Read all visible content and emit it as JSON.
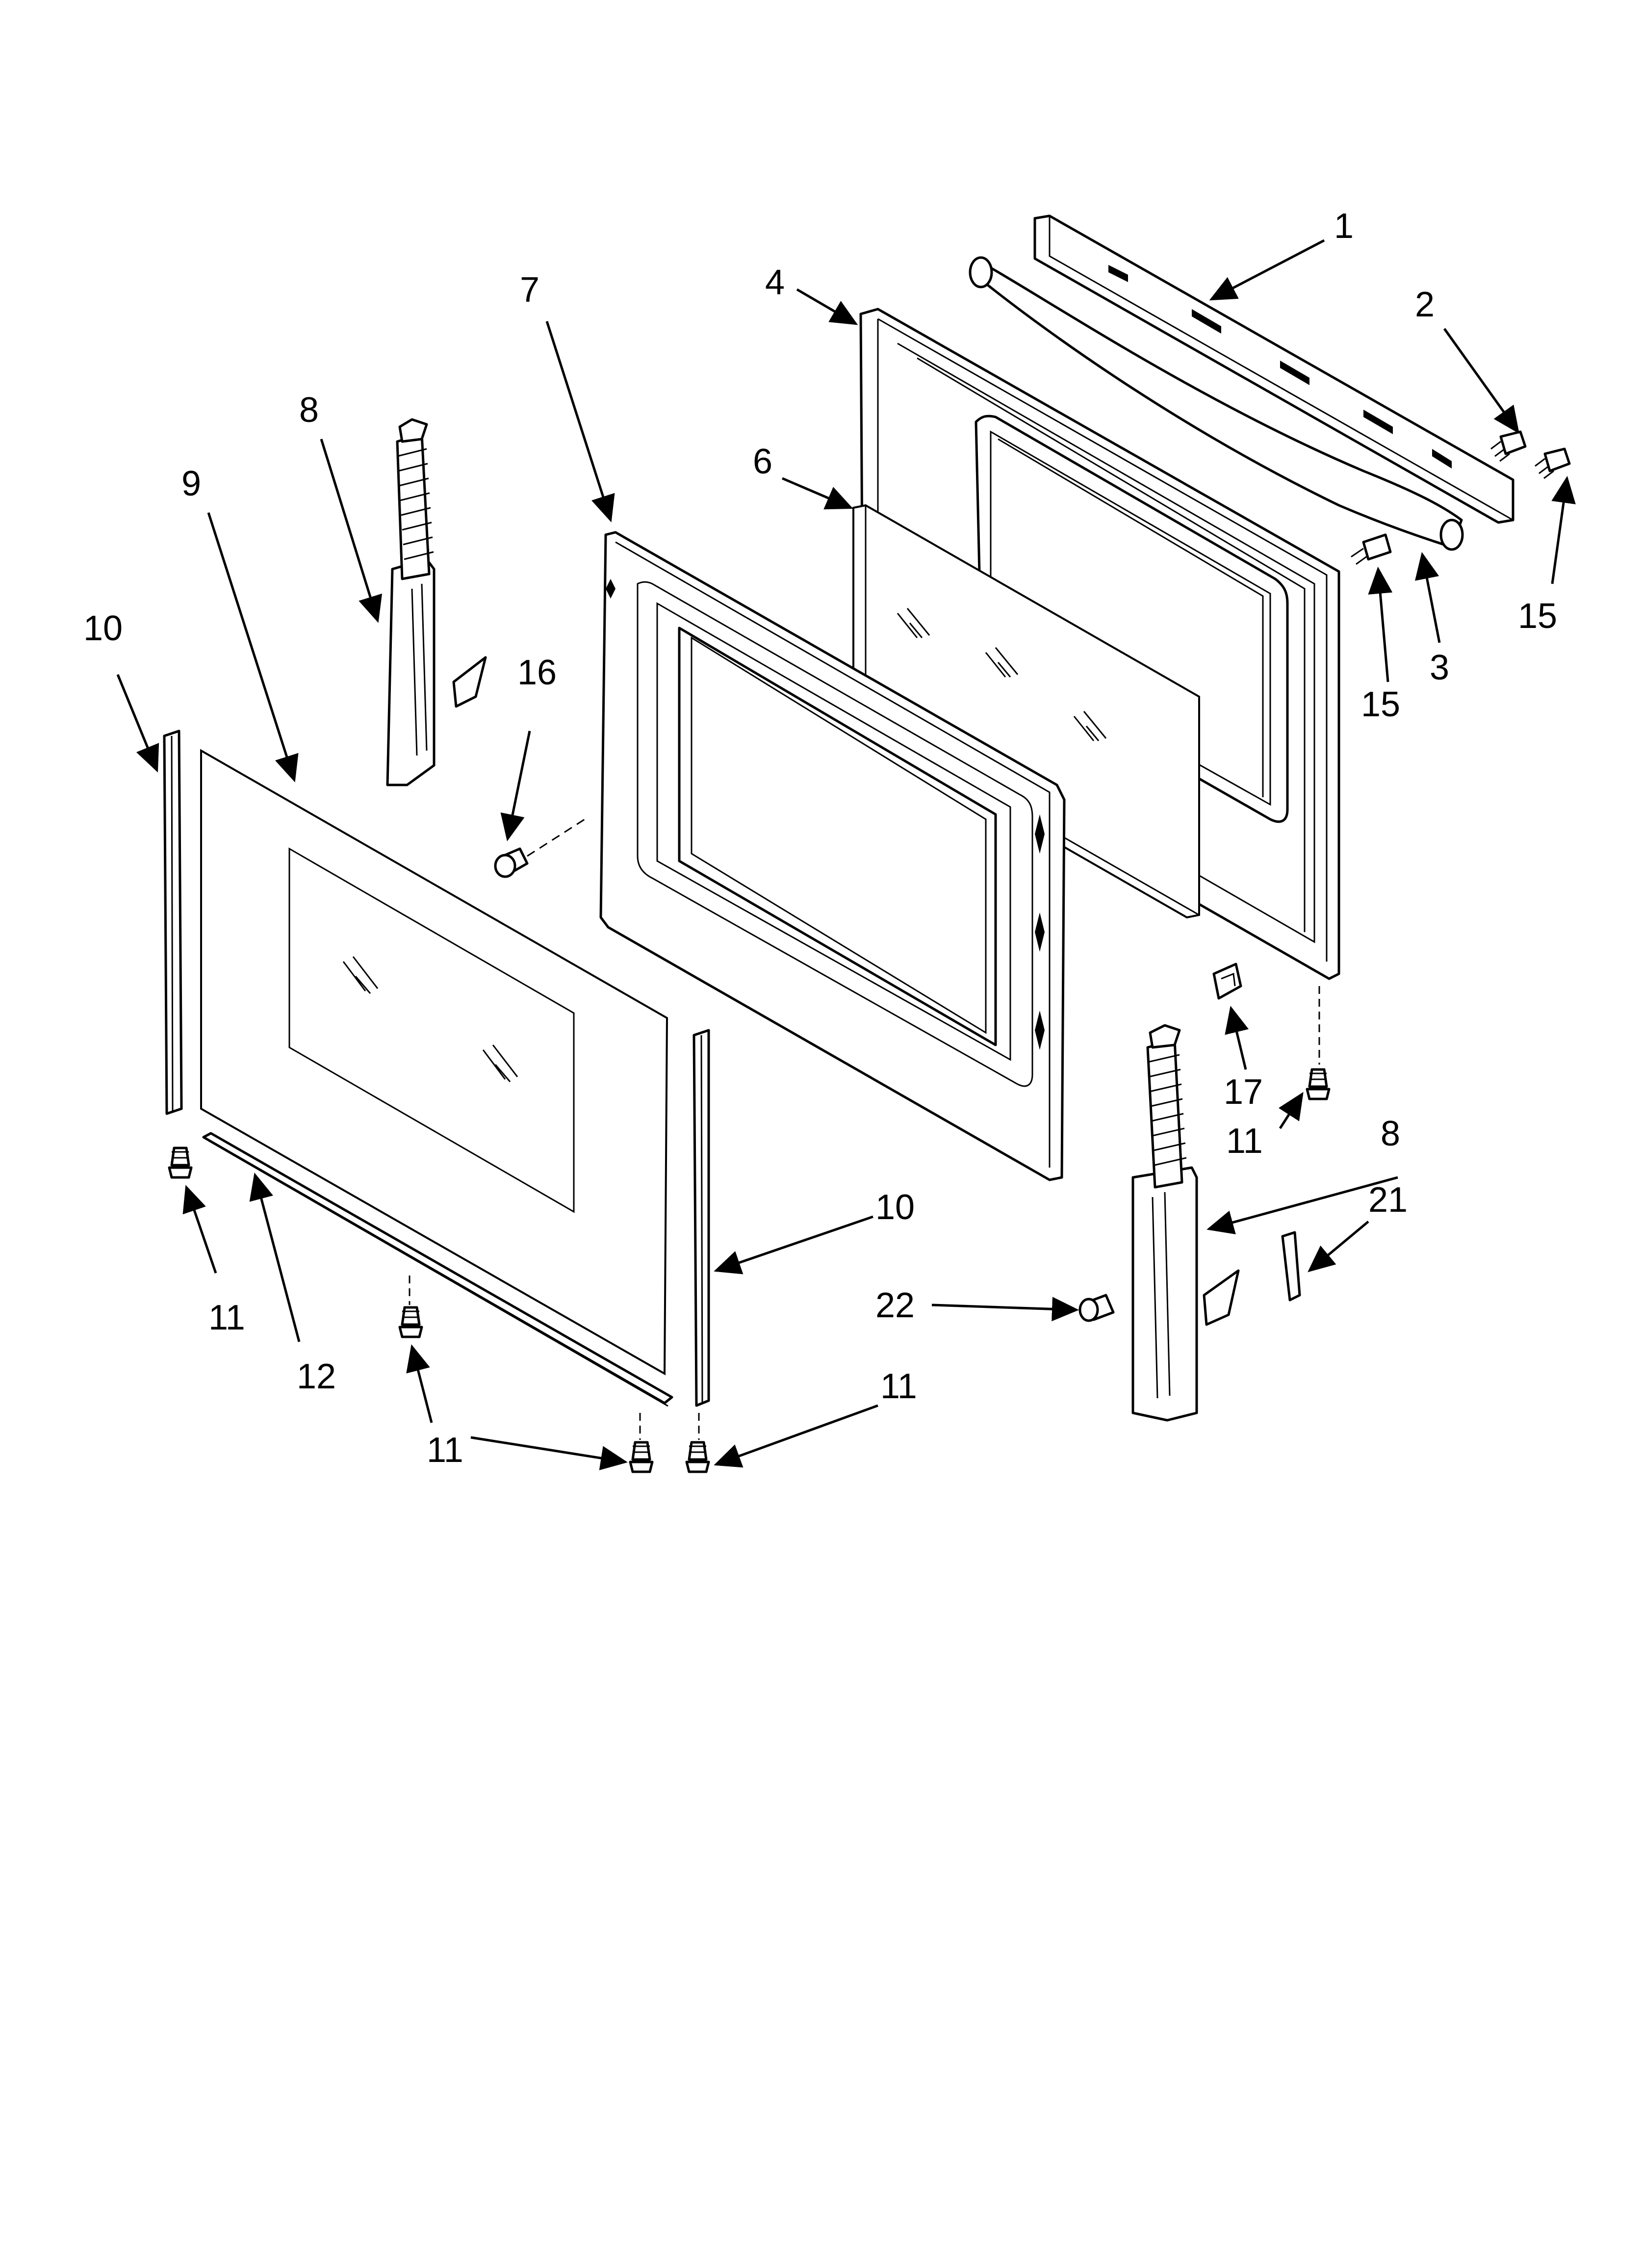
{
  "callouts": {
    "c1": "1",
    "c2": "2",
    "c3": "3",
    "c4": "4",
    "c6": "6",
    "c7": "7",
    "c8a": "8",
    "c8b": "8",
    "c9": "9",
    "c10a": "10",
    "c10b": "10",
    "c11a": "11",
    "c11b": "11",
    "c11c": "11",
    "c11d": "11",
    "c12": "12",
    "c15a": "15",
    "c15b": "15",
    "c16": "16",
    "c17": "17",
    "c21": "21",
    "c22": "22"
  }
}
